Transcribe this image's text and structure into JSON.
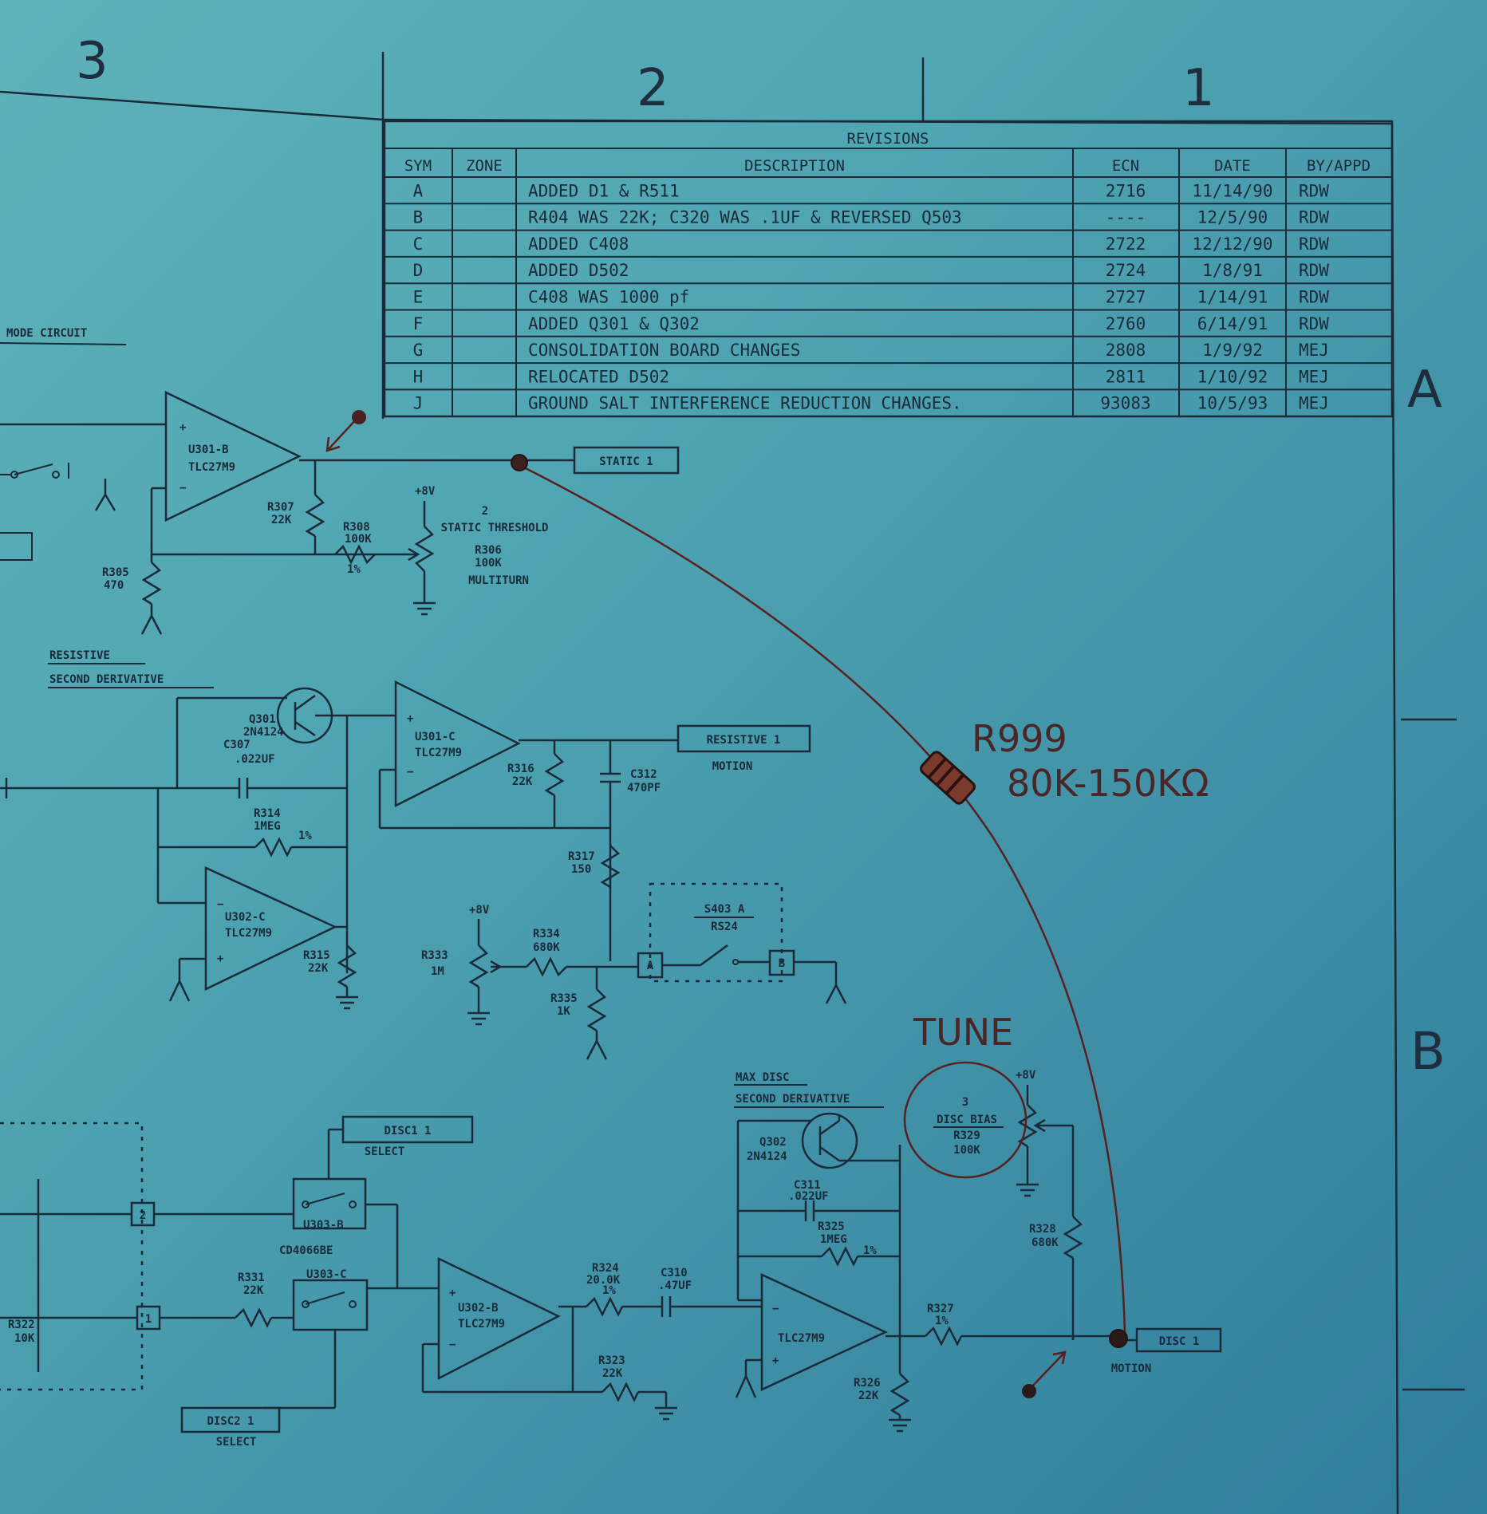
{
  "zones": {
    "col3": "3",
    "col2": "2",
    "col1": "1",
    "rowA": "A",
    "rowB": "B"
  },
  "revisions": {
    "title": "REVISIONS",
    "headers": [
      "SYM",
      "ZONE",
      "DESCRIPTION",
      "ECN",
      "DATE",
      "BY/APPD"
    ],
    "rows": [
      [
        "A",
        "",
        "ADDED D1 & R511",
        "2716",
        "11/14/90",
        "RDW"
      ],
      [
        "B",
        "",
        "R404 WAS 22K; C320 WAS .1UF & REVERSED Q503",
        "----",
        "12/5/90",
        "RDW"
      ],
      [
        "C",
        "",
        "ADDED C408",
        "2722",
        "12/12/90",
        "RDW"
      ],
      [
        "D",
        "",
        "ADDED D502",
        "2724",
        "1/8/91",
        "RDW"
      ],
      [
        "E",
        "",
        "C408 WAS 1000 pf",
        "2727",
        "1/14/91",
        "RDW"
      ],
      [
        "F",
        "",
        "ADDED Q301 & Q302",
        "2760",
        "6/14/91",
        "RDW"
      ],
      [
        "G",
        "",
        "CONSOLIDATION BOARD CHANGES",
        "2808",
        "1/9/92",
        "MEJ"
      ],
      [
        "H",
        "",
        "RELOCATED D502",
        "2811",
        "1/10/92",
        "MEJ"
      ],
      [
        "J",
        "",
        "GROUND SALT INTERFERENCE REDUCTION CHANGES.",
        "93083",
        "10/5/93",
        "MEJ"
      ]
    ]
  },
  "annotations": {
    "r999": "R999",
    "r999_value": "80K-150KΩ",
    "tune": "TUNE"
  },
  "schematic": {
    "mode_circuit": "MODE CIRCUIT",
    "u301b": "U301-B",
    "tlc": "TLC27M9",
    "static1": "STATIC 1",
    "r307": "R307",
    "r307_val": "22K",
    "r308": "R308",
    "r308_val": "100K",
    "one_pct": "1%",
    "plus8v": "+8V",
    "static_threshold": "STATIC THRESHOLD",
    "r306": "R306",
    "r306_val": "100K",
    "multiturn": "MULTITURN",
    "r305": "R305",
    "r305_val": "470",
    "resistive": "RESISTIVE",
    "second_derivative": "SECOND DERIVATIVE",
    "q301": "Q301",
    "q301_part": "2N4124",
    "c307": "C307",
    "c307_val": ".022UF",
    "u301c": "U301-C",
    "resistive1": "RESISTIVE 1",
    "motion": "MOTION",
    "r316": "R316",
    "r316_val": "22K",
    "c312": "C312",
    "c312_val": "470PF",
    "r314": "R314",
    "r314_val": "1MEG",
    "r317": "R317",
    "r317_val": "150",
    "u302c": "U302-C",
    "r315": "R315",
    "r315_val": "22K",
    "r333": "R333",
    "r333_val": "1M",
    "r334": "R334",
    "r334_val": "680K",
    "s403a": "S403 A",
    "rs24": "RS24",
    "r335": "R335",
    "r335_val": "1K",
    "max_disc": "MAX DISC",
    "q302": "Q302",
    "q302_part": "2N4124",
    "c311": "C311",
    "c311_val": ".022UF",
    "r325": "R325",
    "r325_val": "1MEG",
    "disc_bias_num": "3",
    "disc_bias": "DISC BIAS",
    "r329": "R329",
    "r329_val": "100K",
    "r328": "R328",
    "r328_val": "680K",
    "disc1_select": "DISC1 1",
    "select": "SELECT",
    "u303b": "U303-B",
    "cd4066": "CD4066BE",
    "r331": "R331",
    "r331_val": "22K",
    "u303c": "U303-C",
    "u302b": "U302-B",
    "r324": "R324",
    "r324_val": "20.0K",
    "c310": "C310",
    "c310_val": ".47UF",
    "r327": "R327",
    "disc1": "DISC 1",
    "r323": "R323",
    "r323_val": "22K",
    "r326": "R326",
    "r326_val": "22K",
    "disc2_select": "DISC2 1"
  }
}
